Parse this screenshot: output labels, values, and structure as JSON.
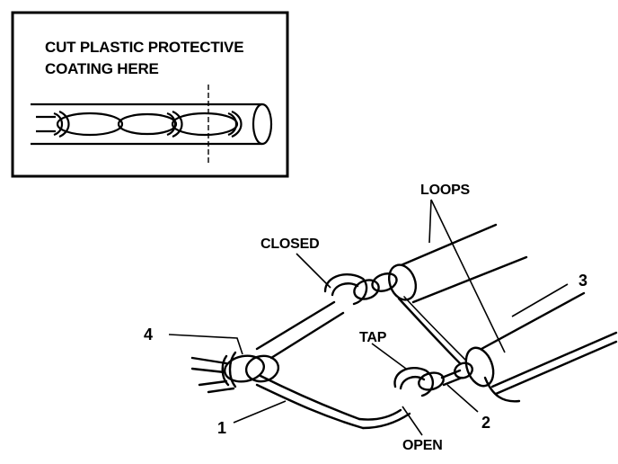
{
  "inset": {
    "line1": "CUT PLASTIC PROTECTIVE",
    "line2": "COATING HERE"
  },
  "labels": {
    "loops": "LOOPS",
    "closed": "CLOSED",
    "tap": "TAP",
    "open": "OPEN",
    "n1": "1",
    "n2": "2",
    "n3": "3",
    "n4": "4"
  }
}
